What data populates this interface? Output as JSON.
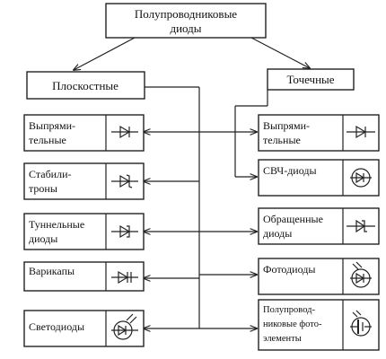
{
  "title": {
    "lines": [
      "Полупроводниковые",
      "диоды"
    ]
  },
  "groups": {
    "planar": "Плоскостные",
    "point": "Точечные"
  },
  "left_items": [
    {
      "lines": [
        "Выпрями-",
        "тельные"
      ],
      "symbol": "diode-symbol-icon"
    },
    {
      "lines": [
        "Стабили-",
        "троны"
      ],
      "symbol": "zener-diode-symbol-icon"
    },
    {
      "lines": [
        "Туннельные",
        "диоды"
      ],
      "symbol": "tunnel-diode-symbol-icon"
    },
    {
      "lines": [
        "Варикапы"
      ],
      "symbol": "varicap-symbol-icon"
    },
    {
      "lines": [
        "Светодиоды"
      ],
      "symbol": "led-symbol-icon"
    }
  ],
  "right_items": [
    {
      "lines": [
        "Выпрями-",
        "тельные"
      ],
      "symbol": "diode-symbol-icon"
    },
    {
      "lines": [
        "СВЧ-диоды"
      ],
      "symbol": "microwave-diode-symbol-icon"
    },
    {
      "lines": [
        "Обращенные",
        "диоды"
      ],
      "symbol": "backward-diode-symbol-icon"
    },
    {
      "lines": [
        "Фотодиоды"
      ],
      "symbol": "photodiode-symbol-icon"
    },
    {
      "lines": [
        "Полупровод-",
        "никовые фото-",
        "элементы"
      ],
      "symbol": "photocell-symbol-icon"
    }
  ]
}
